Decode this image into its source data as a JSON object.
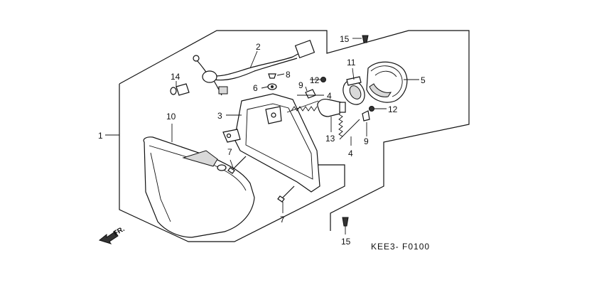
{
  "diagram": {
    "code": "KEE3- F0100",
    "front_arrow": "FR.",
    "callouts": [
      {
        "id": "c1",
        "label": "1"
      },
      {
        "id": "c2",
        "label": "2"
      },
      {
        "id": "c3",
        "label": "3"
      },
      {
        "id": "c4a",
        "label": "4"
      },
      {
        "id": "c4b",
        "label": "4"
      },
      {
        "id": "c5",
        "label": "5"
      },
      {
        "id": "c6",
        "label": "6"
      },
      {
        "id": "c7a",
        "label": "7"
      },
      {
        "id": "c7b",
        "label": "7"
      },
      {
        "id": "c8",
        "label": "8"
      },
      {
        "id": "c9a",
        "label": "9"
      },
      {
        "id": "c9b",
        "label": "9"
      },
      {
        "id": "c10",
        "label": "10"
      },
      {
        "id": "c11",
        "label": "11"
      },
      {
        "id": "c12a",
        "label": "12"
      },
      {
        "id": "c12b",
        "label": "12"
      },
      {
        "id": "c13",
        "label": "13"
      },
      {
        "id": "c14",
        "label": "14"
      },
      {
        "id": "c15a",
        "label": "15"
      },
      {
        "id": "c15b",
        "label": "15"
      }
    ]
  }
}
